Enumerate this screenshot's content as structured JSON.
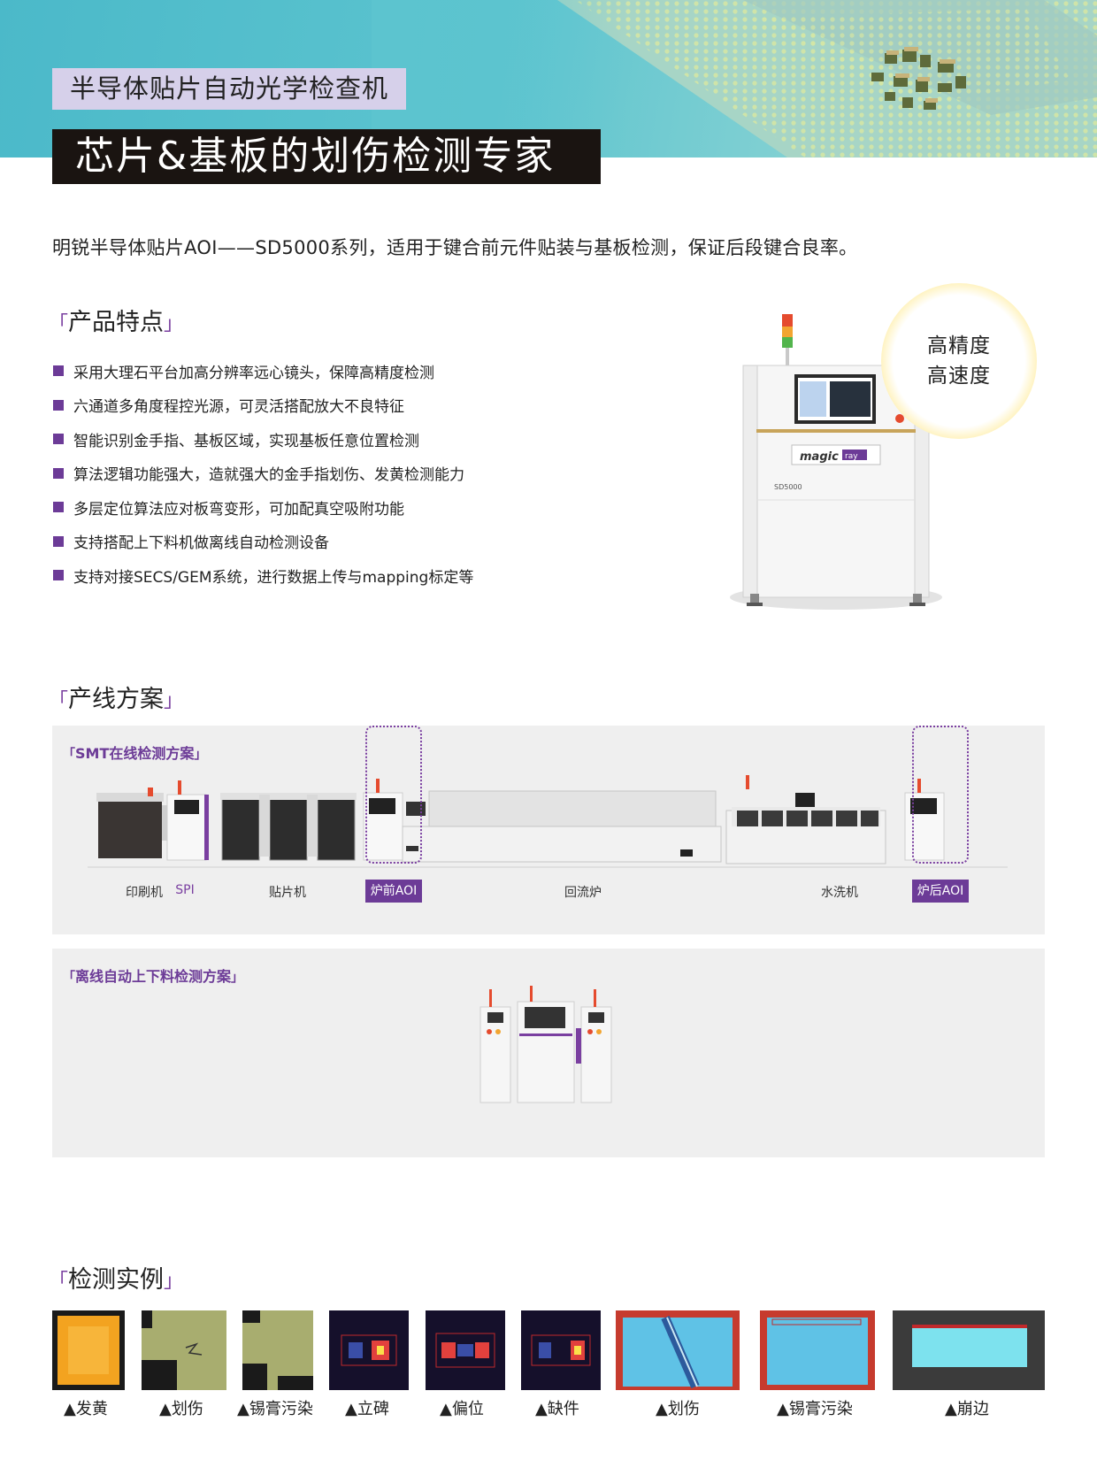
{
  "hero": {
    "subtitle": "半导体贴片自动光学检查机",
    "title": "芯片&基板的划伤检测专家"
  },
  "intro": "明锐半导体贴片AOI——SD5000系列，适用于键合前元件贴装与基板检测，保证后段键合良率。",
  "features_section": {
    "open": "「",
    "title": "产品特点",
    "close": "」",
    "items": [
      "采用大理石平台加高分辨率远心镜头，保障高精度检测",
      "六通道多角度程控光源，可灵活搭配放大不良特征",
      "智能识别金手指、基板区域，实现基板任意位置检测",
      "算法逻辑功能强大，造就强大的金手指划伤、发黄检测能力",
      "多层定位算法应对板弯变形，可加配真空吸附功能",
      "支持搭配上下料机做离线自动检测设备",
      "支持对接SECS/GEM系统，进行数据上传与mapping标定等"
    ]
  },
  "machine": {
    "brand": "magic",
    "brand_suffix": "ray",
    "model": "SD5000"
  },
  "badge": {
    "line1": "高精度",
    "line2": "高速度"
  },
  "line_section": {
    "open": "「",
    "title": "产线方案",
    "close": "」",
    "smt": {
      "open": "「",
      "title": "SMT在线检测方案",
      "close": "」",
      "stations": [
        "印刷机",
        "SPI",
        "贴片机",
        "炉前AOI",
        "回流炉",
        "水洗机",
        "炉后AOI"
      ]
    },
    "offline": {
      "open": "「",
      "title": "离线自动上下料检测方案",
      "close": "」"
    }
  },
  "examples_section": {
    "open": "「",
    "title": "检测实例",
    "close": "」",
    "items": [
      "▲发黄",
      "▲划伤",
      "▲锡膏污染",
      "▲立碑",
      "▲偏位",
      "▲缺件",
      "▲划伤",
      "▲锡膏污染",
      "▲崩边"
    ]
  },
  "colors": {
    "accent": "#6c3b97",
    "hero": "#4bb9c9",
    "title_bg": "#1a1411",
    "badge_ring": "#f6d64a"
  }
}
